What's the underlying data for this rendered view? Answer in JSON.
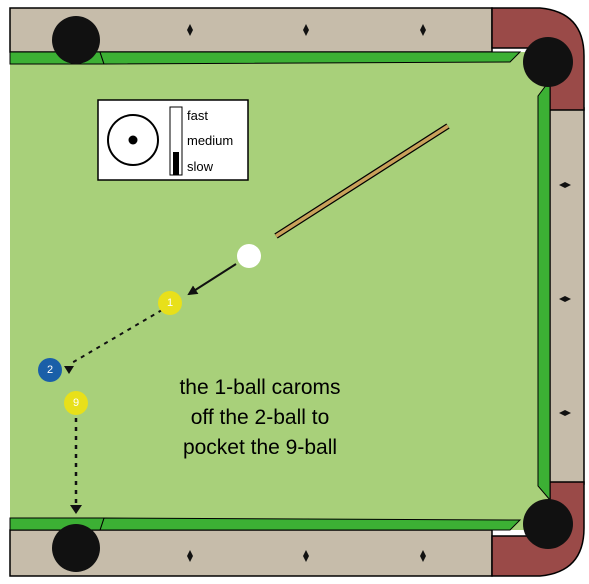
{
  "diagram": {
    "caption": [
      "the 1-ball caroms",
      "off the 2-ball to",
      "pocket the 9-ball"
    ],
    "speed_indicator": {
      "labels": [
        "fast",
        "medium",
        "slow"
      ],
      "selected": "slow"
    },
    "balls": [
      {
        "name": "cue-ball",
        "label": "",
        "color": "#ffffff"
      },
      {
        "name": "1-ball",
        "label": "1",
        "color": "#e8e01a"
      },
      {
        "name": "2-ball",
        "label": "2",
        "color": "#1a5fa8"
      },
      {
        "name": "9-ball",
        "label": "9",
        "color": "#e8e01a"
      }
    ],
    "colors": {
      "felt": "#a8d07a",
      "cushion": "#3cb034",
      "rail": "#c6bcaa",
      "corner": "#9a4a48",
      "pocket": "#111111",
      "cue_stick": "#c9a15a"
    }
  }
}
